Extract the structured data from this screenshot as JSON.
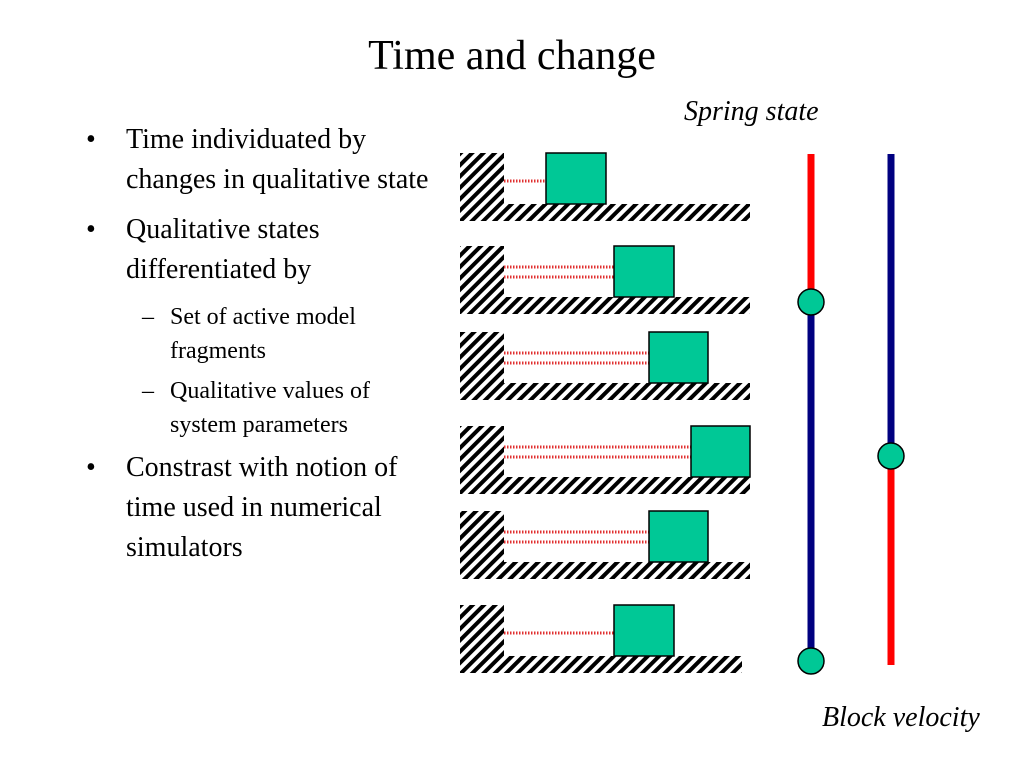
{
  "slide": {
    "title": "Time and change",
    "bullets": [
      {
        "text": "Time individuated by changes in qualitative state",
        "sub": []
      },
      {
        "text": "Qualitative states differentiated by",
        "sub": [
          "Set of active model fragments",
          "Qualitative values of system parameters"
        ]
      },
      {
        "text": "Constrast with notion of time used in numerical simulators",
        "sub": []
      }
    ]
  },
  "diagram": {
    "spring_state_label": "Spring state",
    "block_velocity_label": "Block velocity",
    "colors": {
      "block": "#00C896",
      "spring": "#E03030",
      "line_red": "#FF0000",
      "line_blue": "#000080",
      "marker": "#00C896"
    },
    "frames": [
      {
        "state": "compressed"
      },
      {
        "state": "relaxed"
      },
      {
        "state": "stretched"
      },
      {
        "state": "max-stretched"
      },
      {
        "state": "stretched"
      },
      {
        "state": "relaxed"
      }
    ],
    "spring_state_line": [
      {
        "from_frame": 1,
        "to_frame": 2,
        "color": "red"
      },
      {
        "from_frame": 2,
        "to_frame": 6,
        "color": "blue"
      }
    ],
    "block_velocity_line": [
      {
        "from_frame": 1,
        "to_frame": 4,
        "color": "blue"
      },
      {
        "from_frame": 4,
        "to_frame": 6,
        "color": "red"
      }
    ]
  }
}
